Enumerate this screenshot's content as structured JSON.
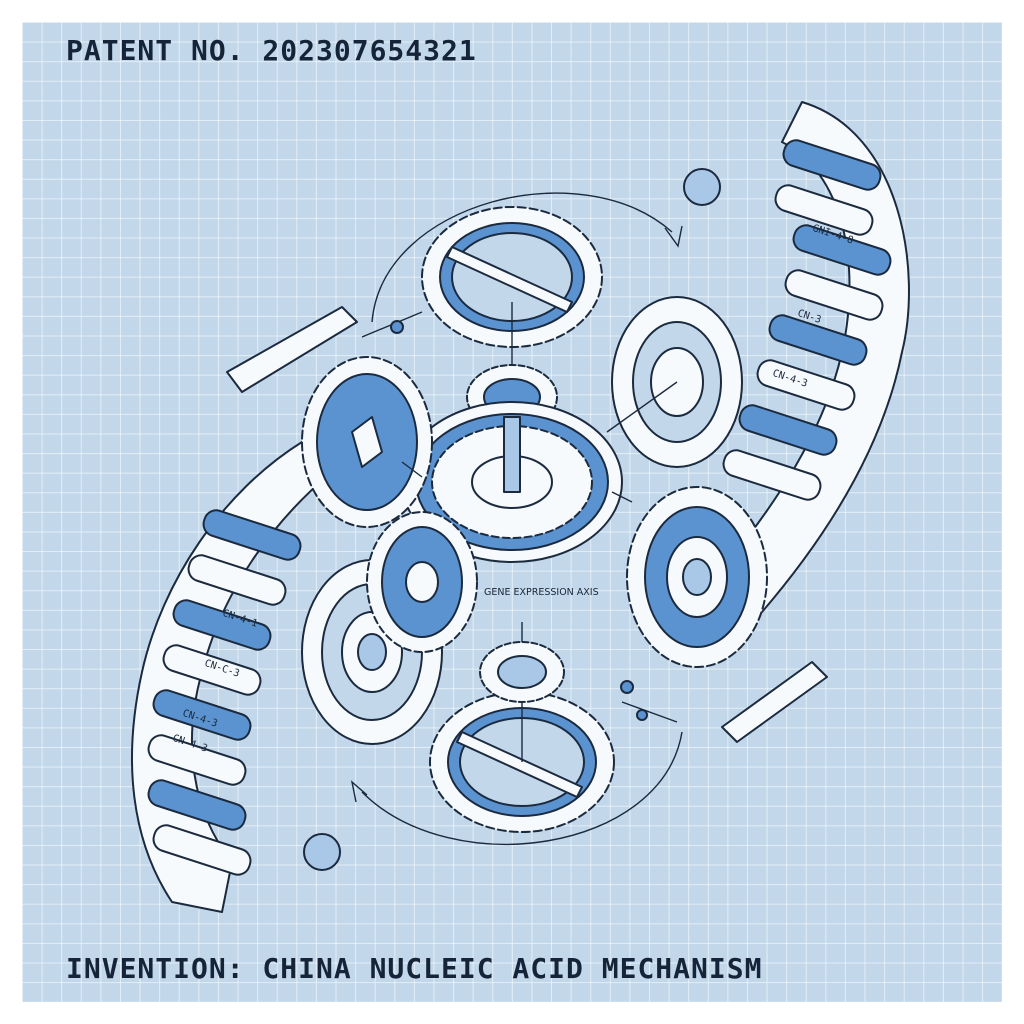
{
  "header": {
    "patent_number": "PATENT NO. 202307654321"
  },
  "diagram": {
    "axis_label": "GENE EXPRESSION AXIS",
    "module_labels_upper": [
      "GNI-4-8",
      "CN-3",
      "CN-4-3"
    ],
    "module_labels_lower": [
      "CN-4-1",
      "CN-C-3",
      "CN-4-3",
      "CN-4-3"
    ]
  },
  "footer": {
    "invention_title": "INVENTION: CHINA NUCLEIC ACID MECHANISM"
  },
  "colors": {
    "paper": "#c2d8ea",
    "accent": "#5b93d1",
    "ink": "#1b2a3e",
    "part": "#f7fafc"
  }
}
